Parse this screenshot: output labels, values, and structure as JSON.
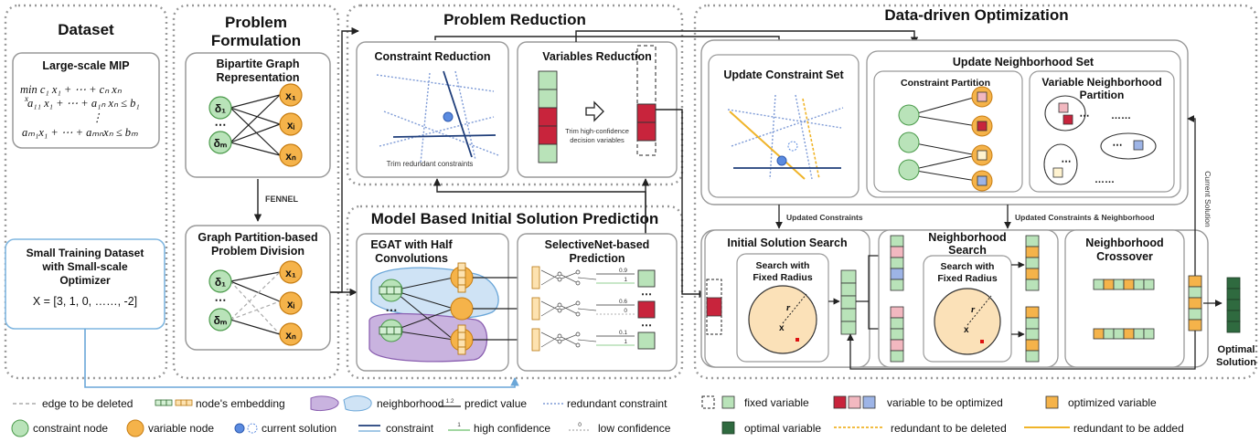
{
  "sections": {
    "dataset": "Dataset",
    "problem_formulation": [
      "Problem",
      "Formulation"
    ],
    "problem_reduction": "Problem  Reduction",
    "model_prediction": "Model Based Initial Solution Prediction",
    "data_driven": "Data-driven Optimization"
  },
  "dataset": {
    "mip_title": "Large-scale MIP",
    "mip_lines": [
      "min c₁ x₁ + ⋯ +  cₙ xₙ",
      "a₁₁ x₁ + ⋯ + a₁ₙ xₙ ≤ b₁",
      "⋮",
      "aₘ₁x₁ + ⋯ + aₘₙxₙ ≤ bₘ"
    ],
    "mip_min_sub": "x",
    "train_title": [
      "Small Training Dataset",
      "with Small-scale",
      "Optimizer"
    ],
    "train_value": "X = [3, 1, 0, ……, -2]"
  },
  "formulation": {
    "bipartite_title": [
      "Bipartite Graph",
      "Representation"
    ],
    "fennel": "FENNEL",
    "partition_title": [
      "Graph Partition-based",
      "Problem Division"
    ],
    "constraint_nodes": [
      "δ₁",
      "δₘ"
    ],
    "variable_nodes": [
      "x₁",
      "xᵢ",
      "xₙ"
    ],
    "dots": "⋯"
  },
  "reduction": {
    "constraint_title": "Constraint Reduction",
    "constraint_note": "Trim redundant constraints",
    "variables_title": "Variables Reduction",
    "variables_note": [
      "Trim high-confidence",
      "decision variables"
    ]
  },
  "prediction": {
    "egat_title": [
      "EGAT with Half",
      "Convolutions"
    ],
    "selective_title": [
      "SelectiveNet-based",
      "Prediction"
    ],
    "values_top": [
      "0.9",
      "1"
    ],
    "values_mid": [
      "0.6",
      "0"
    ],
    "values_bot": [
      "0.1",
      "1"
    ]
  },
  "optimization": {
    "update_constraint": "Update Constraint Set",
    "update_neighborhood": "Update Neighborhood Set",
    "constraint_partition": "Constraint Partition",
    "variable_partition": [
      "Variable Neighborhood",
      "Partition"
    ],
    "updated_constraints": "Updated Constraints",
    "updated_both": "Updated Constraints &  Neighborhood",
    "initial_search": "Initial Solution Search",
    "search_fixed": [
      "Search with",
      "Fixed Radius"
    ],
    "neighborhood_search": [
      "Neighborhood",
      "Search"
    ],
    "neighborhood_crossover": [
      "Neighborhood",
      "Crossover"
    ],
    "current_solution": "Current Solution",
    "optimal_solution": [
      "Optimal",
      "Solution"
    ],
    "radius": "r",
    "center": "x",
    "dotted_row": "……"
  },
  "legend": {
    "edge_deleted": "edge to be deleted",
    "node_embedding": "node's embedding",
    "neighborhood": "neighborhood",
    "predict_value": "predict value",
    "predict_value_sample": "1.2",
    "redundant_constraint": "redundant constraint",
    "constraint_node": "constraint node",
    "variable_node": "variable node",
    "current_solution": "current solution",
    "constraint": "constraint",
    "high_confidence": "high confidence",
    "high_sample": "1",
    "low_confidence": "low confidence",
    "low_sample": "0",
    "fixed_variable": "fixed variable",
    "variable_to_optimize": "variable to be optimized",
    "optimized_variable": "optimized variable",
    "optimal_variable": "optimal variable",
    "redundant_delete": "redundant to be deleted",
    "redundant_add": "redundant to be added"
  },
  "colors": {
    "green": "#b9e3b9",
    "green_edge": "#4a9a4a",
    "orange": "#f5b34a",
    "orange_edge": "#c77d12",
    "red": "#c8243c",
    "pink": "#f2b8c0",
    "blue_cell": "#9db4e6",
    "dark_green": "#2f6a3f",
    "light_blue": "#cfe3f5",
    "purple": "#c9b3df",
    "line_blue": "#1f3e7a",
    "dotted_blue": "#7d9ad6",
    "yellow": "#f0b429",
    "circle_fill": "#fbe1b8"
  }
}
